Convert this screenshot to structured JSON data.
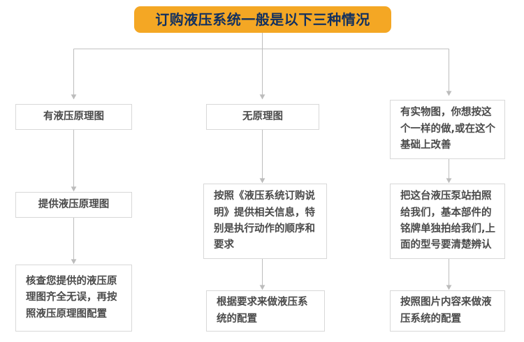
{
  "chart_data": {
    "type": "diagram",
    "title": "订购液压系统一般是以下三种情况",
    "diagram_kind": "flowchart",
    "orientation": "top-down, three parallel branches",
    "root": {
      "label": "订购液压系统一般是以下三种情况",
      "shape": "rounded-rectangle",
      "fill": "#f4a724",
      "text_color": "#12305f"
    },
    "branches": [
      {
        "id": "branch-1",
        "steps": [
          "有液压原理图",
          "提供液压原理图",
          "核查您提供的液压原理图齐全无误，再按照液压原理图配置"
        ]
      },
      {
        "id": "branch-2",
        "steps": [
          "无原理图",
          "按照《液压系统订购说明》提供相关信息，特别是执行动作的顺序和要求",
          "根据要求来做液压系统的配置"
        ]
      },
      {
        "id": "branch-3",
        "steps": [
          "有实物图，你想按这个一样的做,或在这个基础上改善",
          "把这台液压泵站拍照给我们，基本部件的铭牌单独拍给我们,上面的型号要清楚辨认",
          "按照图片内容来做液压系统的配置"
        ]
      }
    ],
    "edges": [
      {
        "from": "root",
        "to": "branch-1.step-1",
        "style": "elbow-arrow"
      },
      {
        "from": "root",
        "to": "branch-2.step-1",
        "style": "straight-arrow"
      },
      {
        "from": "root",
        "to": "branch-3.step-1",
        "style": "elbow-arrow"
      },
      {
        "from": "branch-1.step-1",
        "to": "branch-1.step-2",
        "style": "straight-arrow"
      },
      {
        "from": "branch-1.step-2",
        "to": "branch-1.step-3",
        "style": "straight-arrow"
      },
      {
        "from": "branch-2.step-1",
        "to": "branch-2.step-2",
        "style": "straight-arrow"
      },
      {
        "from": "branch-2.step-2",
        "to": "branch-2.step-3",
        "style": "straight-arrow"
      },
      {
        "from": "branch-3.step-1",
        "to": "branch-3.step-2",
        "style": "straight-arrow"
      },
      {
        "from": "branch-3.step-2",
        "to": "branch-3.step-3",
        "style": "straight-arrow"
      }
    ],
    "colors": {
      "banner_fill": "#f4a724",
      "banner_text": "#12305f",
      "node_border": "#d8d8d8",
      "node_fill": "#ffffff",
      "node_text": "#4a4a4a",
      "connector": "#bcbcbc"
    }
  },
  "banner": {
    "title": "订购液压系统一般是以下三种情况"
  },
  "column1": {
    "box1": "有液压原理图",
    "box2": "提供液压原理图",
    "box3": "核查您提供的液压原理图齐全无误，再按照液压原理图配置"
  },
  "column2": {
    "box1": "无原理图",
    "box2": "按照《液压系统订购说明》提供相关信息，特别是执行动作的顺序和要求",
    "box3": "根据要求来做液压系统的配置"
  },
  "column3": {
    "box1": "有实物图，你想按这个一样的做,或在这个基础上改善",
    "box2": "把这台液压泵站拍照给我们，基本部件的铭牌单独拍给我们,上面的型号要清楚辨认",
    "box3": "按照图片内容来做液压系统的配置"
  }
}
